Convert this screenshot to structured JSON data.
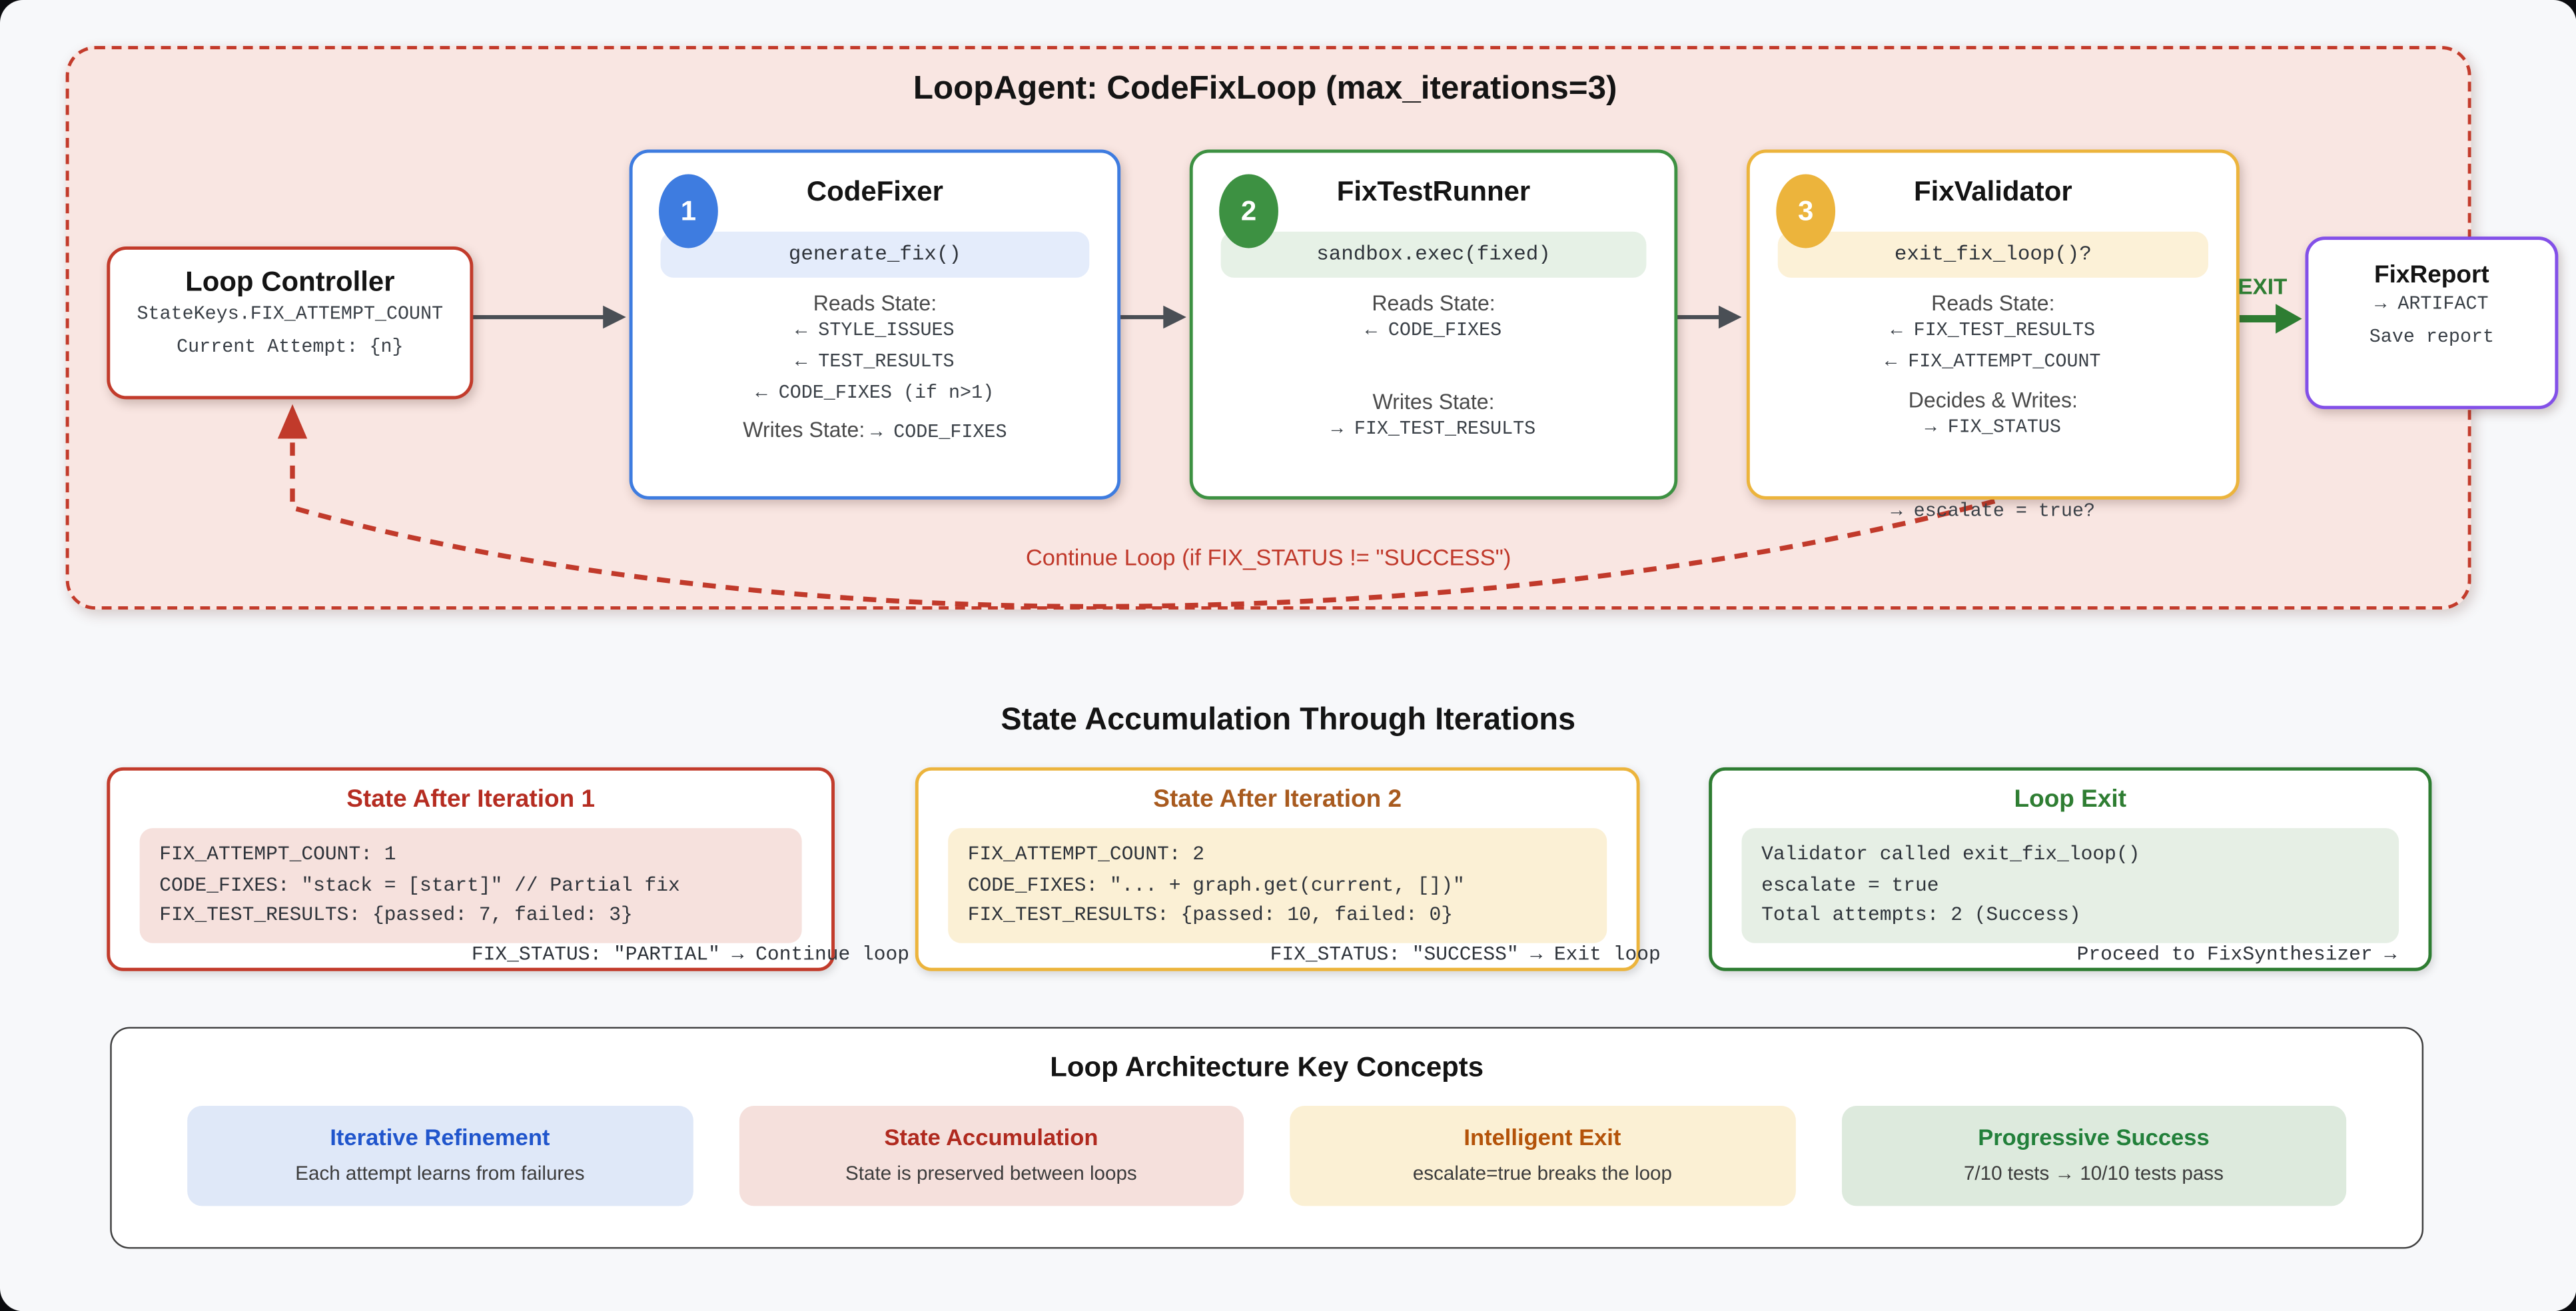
{
  "loop": {
    "title": "LoopAgent: CodeFixLoop (max_iterations=3)",
    "controller": {
      "title": "Loop Controller",
      "line1": "StateKeys.FIX_ATTEMPT_COUNT",
      "line2": "Current Attempt: {n}"
    },
    "agents": [
      {
        "badge": "1",
        "title": "CodeFixer",
        "code": "generate_fix()",
        "reads_label": "Reads State:",
        "reads": [
          "← STYLE_ISSUES",
          "← TEST_RESULTS",
          "← CODE_FIXES (if n>1)"
        ],
        "writes_label": "Writes State:",
        "writes": [
          "→ CODE_FIXES"
        ]
      },
      {
        "badge": "2",
        "title": "FixTestRunner",
        "code": "sandbox.exec(fixed)",
        "reads_label": "Reads State:",
        "reads": [
          "← CODE_FIXES"
        ],
        "writes_label": "Writes State:",
        "writes": [
          "→ FIX_TEST_RESULTS"
        ]
      },
      {
        "badge": "3",
        "title": "FixValidator",
        "code": "exit_fix_loop()?",
        "reads_label": "Reads State:",
        "reads": [
          "← FIX_TEST_RESULTS",
          "← FIX_ATTEMPT_COUNT"
        ],
        "writes_label": "Decides & Writes:",
        "writes": [
          "→ FIX_STATUS"
        ],
        "escalate": "→ escalate = true?"
      }
    ],
    "exit_label": "EXIT",
    "report": {
      "title": "FixReport",
      "line1": "→ ARTIFACT",
      "line2": "Save report"
    },
    "continue_label": "Continue Loop (if FIX_STATUS != \"SUCCESS\")"
  },
  "states": {
    "heading": "State Accumulation Through Iterations",
    "boxes": [
      {
        "title": "State After Iteration 1",
        "lines": [
          "FIX_ATTEMPT_COUNT: 1",
          "CODE_FIXES: \"stack = [start]\" // Partial fix",
          "FIX_TEST_RESULTS: {passed: 7, failed: 3}"
        ],
        "tail": "FIX_STATUS: \"PARTIAL\" → Continue loop"
      },
      {
        "title": "State After Iteration 2",
        "lines": [
          "FIX_ATTEMPT_COUNT: 2",
          "CODE_FIXES: \"... + graph.get(current, [])\"",
          "FIX_TEST_RESULTS: {passed: 10, failed: 0}"
        ],
        "tail": "FIX_STATUS: \"SUCCESS\" → Exit loop"
      },
      {
        "title": "Loop Exit",
        "lines": [
          "Validator called exit_fix_loop()",
          "escalate = true",
          "Total attempts: 2 (Success)"
        ],
        "tail": "Proceed to FixSynthesizer →"
      }
    ]
  },
  "concepts": {
    "heading": "Loop Architecture Key Concepts",
    "cards": [
      {
        "title": "Iterative Refinement",
        "subtitle": "Each attempt learns from failures"
      },
      {
        "title": "State Accumulation",
        "subtitle": "State is preserved between loops"
      },
      {
        "title": "Intelligent Exit",
        "subtitle": "escalate=true breaks the loop"
      },
      {
        "title": "Progressive Success",
        "subtitle": "7/10 tests → 10/10 tests pass"
      }
    ]
  },
  "colors": {
    "red": "#c23b2b",
    "blue": "#3e7ce0",
    "green": "#3d9142",
    "exit_green": "#2e7d32",
    "yellow": "#ecb43c",
    "purple": "#8350e8",
    "container_bg": "#f9e6e2",
    "page_bg": "#f7f8fa"
  }
}
